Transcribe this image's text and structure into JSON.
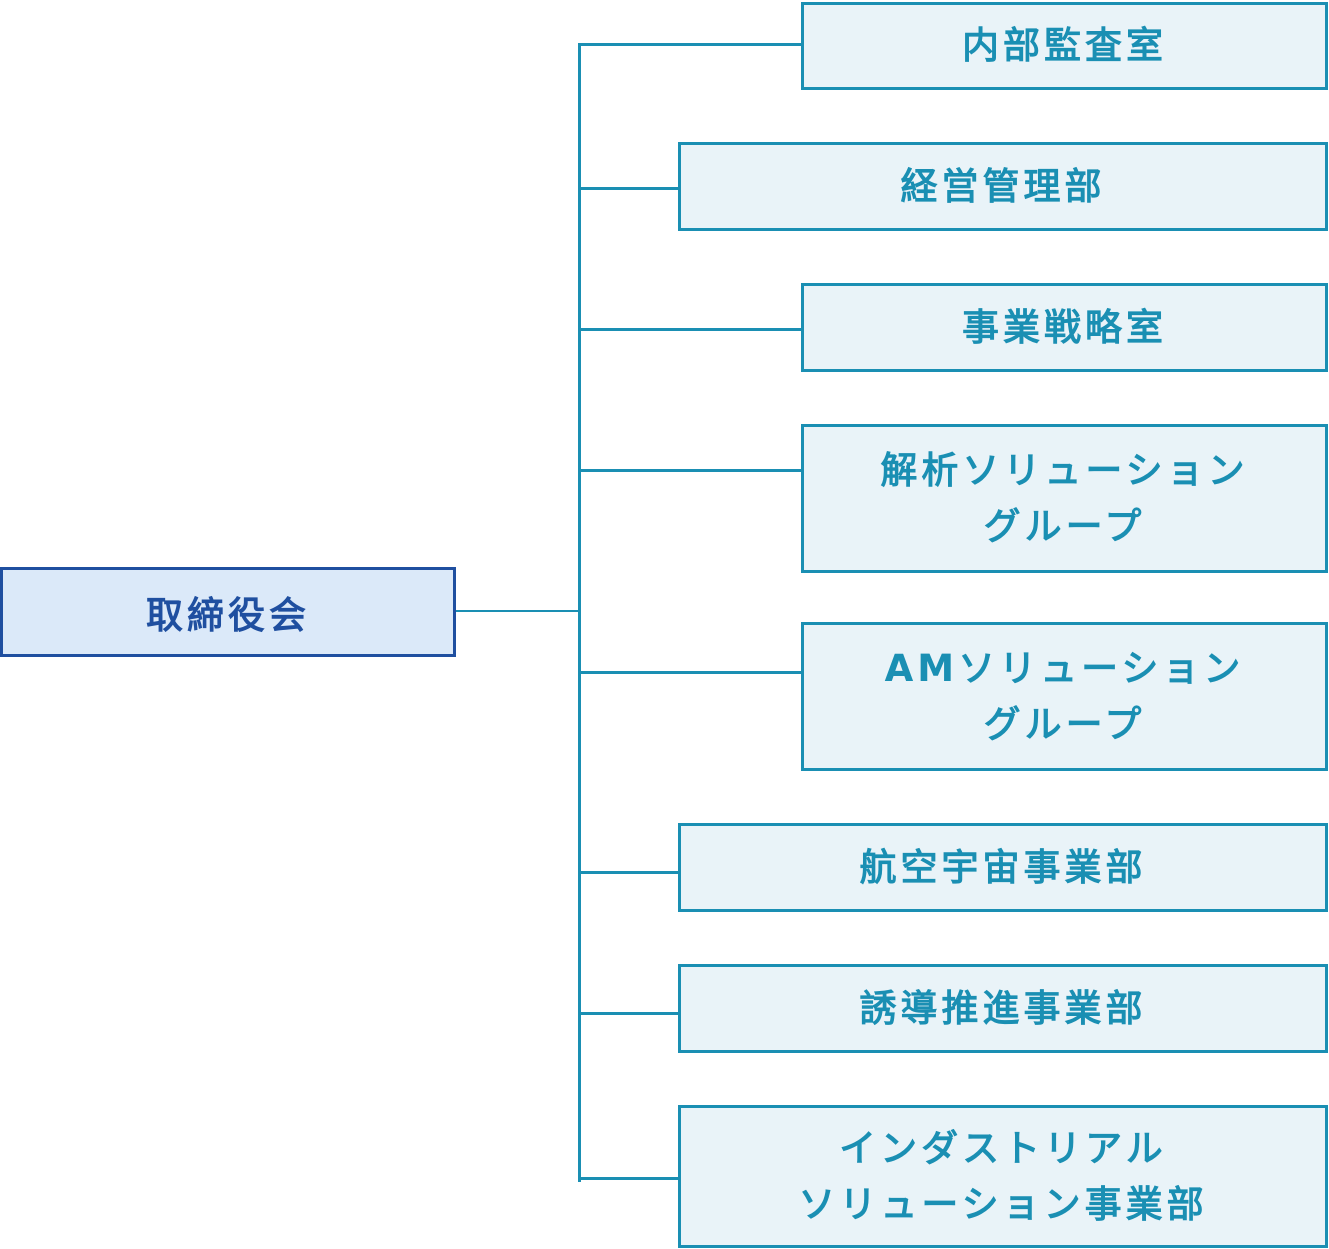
{
  "root": {
    "label": "取締役会"
  },
  "departments": [
    {
      "lines": [
        "内部監査室"
      ]
    },
    {
      "lines": [
        "経営管理部"
      ]
    },
    {
      "lines": [
        "事業戦略室"
      ]
    },
    {
      "lines": [
        "解析ソリューション",
        "グループ"
      ]
    },
    {
      "lines": [
        "AMソリューション",
        "グループ"
      ]
    },
    {
      "lines": [
        "航空宇宙事業部"
      ]
    },
    {
      "lines": [
        "誘導推進事業部"
      ]
    },
    {
      "lines": [
        "インダストリアル",
        "ソリューション事業部"
      ]
    }
  ]
}
